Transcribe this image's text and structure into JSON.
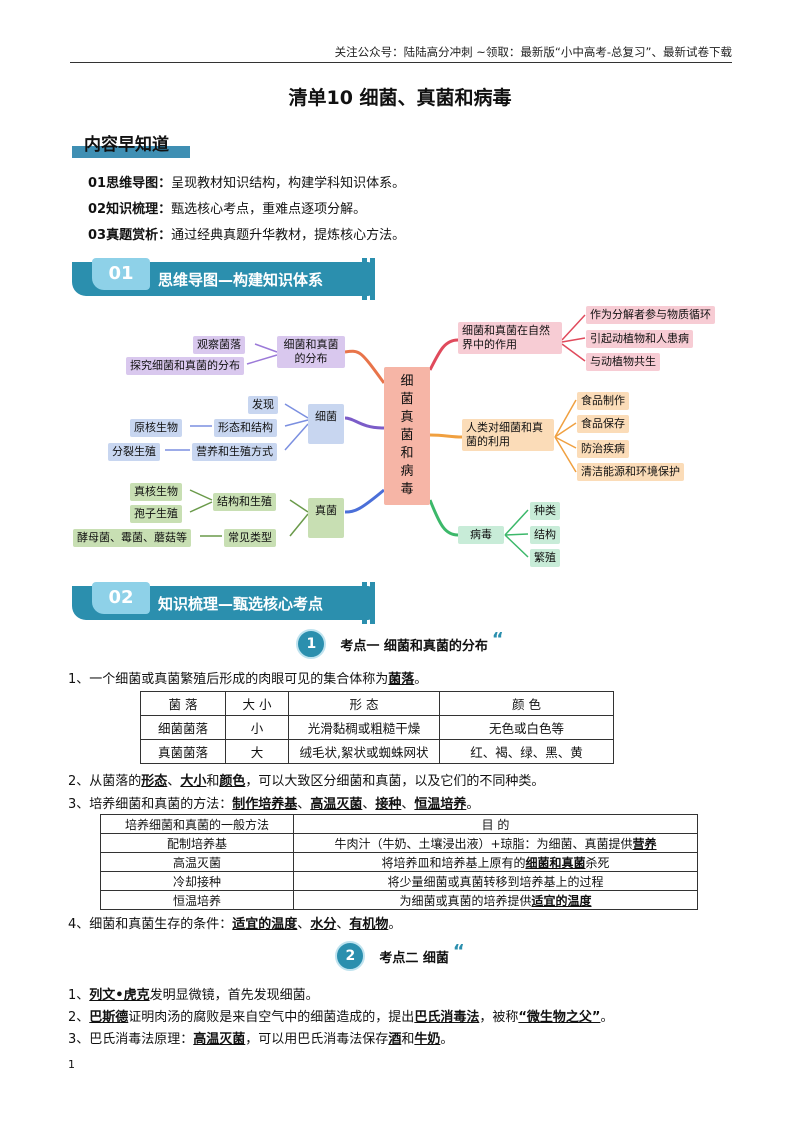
{
  "header": {
    "text": "关注公众号：陆陆高分冲刺 ~领取：最新版“小中高考-总复习”、最新试卷下载"
  },
  "title": "清单10 细菌、真菌和病毒",
  "intro_banner": "内容早知道",
  "intro": [
    {
      "label": "01思维导图：",
      "text": "呈现教材知识结构，构建学科知识体系。"
    },
    {
      "label": "02知识梳理：",
      "text": "甄选核心考点，重难点逐项分解。"
    },
    {
      "label": "03真题赏析：",
      "text": "通过经典真题升华教材，提炼核心方法。"
    }
  ],
  "section1": {
    "num": "01",
    "label": "思维导图—构建知识体系"
  },
  "section2": {
    "num": "02",
    "label": "知识梳理—甄选核心考点"
  },
  "mindmap": {
    "center": [
      "细",
      "菌",
      "真",
      "菌",
      "和",
      "病",
      "毒"
    ],
    "left": {
      "distribution": {
        "label": "细菌和真菌的分布",
        "children": [
          "观察菌落",
          "探究细菌和真菌的分布"
        ]
      },
      "bacteria": {
        "label": "细菌",
        "children": [
          "发现",
          "形态和结构",
          "营养和生殖方式"
        ],
        "leaves": [
          "原核生物",
          "分裂生殖"
        ]
      },
      "fungi": {
        "label": "真菌",
        "children": [
          "结构和生殖",
          "常见类型"
        ],
        "leaves": [
          "真核生物",
          "孢子生殖",
          "酵母菌、霉菌、蘑菇等"
        ]
      }
    },
    "right": {
      "role": {
        "label": "细菌和真菌在自然界中的作用",
        "children": [
          "作为分解者参与物质循环",
          "引起动植物和人患病",
          "与动植物共生"
        ]
      },
      "use": {
        "label": "人类对细菌和真菌的利用",
        "children": [
          "食品制作",
          "食品保存",
          "防治疾病",
          "清洁能源和环境保护"
        ]
      },
      "virus": {
        "label": "病毒",
        "children": [
          "种类",
          "结构",
          "繁殖"
        ]
      }
    }
  },
  "kp1": {
    "num": "1",
    "label": "考点一  细菌和真菌的分布"
  },
  "kp2": {
    "num": "2",
    "label": "考点二  细菌"
  },
  "p1": {
    "text": "1、一个细菌或真菌繁殖后形成的肉眼可见的集合体称为",
    "key": "菌落",
    "end": "。"
  },
  "table1": {
    "headers": [
      "菌  落",
      "大  小",
      "形  态",
      "颜  色"
    ],
    "rows": [
      [
        "细菌菌落",
        "小",
        "光滑黏稠或粗糙干燥",
        "无色或白色等"
      ],
      [
        "真菌菌落",
        "大",
        "绒毛状,絮状或蜘蛛网状",
        "红、褐、绿、黑、黄"
      ]
    ]
  },
  "p2": {
    "a": "2、从菌落的",
    "k1": "形态",
    "s1": "、",
    "k2": "大小",
    "s2": "和",
    "k3": "颜色",
    "b": "，可以大致区分细菌和真菌，以及它们的不同种类。"
  },
  "p3": {
    "a": "3、培养细菌和真菌的方法：",
    "k1": "制作培养基",
    "k2": "高温灭菌",
    "k3": "接种",
    "k4": "恒温培养",
    "sep": "、",
    "end": "。"
  },
  "table2": {
    "headers": [
      "培养细菌和真菌的一般方法",
      "目  的"
    ],
    "rows": [
      {
        "m": "配制培养基",
        "a": "牛肉汁（牛奶、土壤浸出液）+琼脂：为细菌、真菌提供",
        "k": "营养",
        "b": ""
      },
      {
        "m": "高温灭菌",
        "a": "将培养皿和培养基上原有的",
        "k": "细菌和真菌",
        "b": "杀死"
      },
      {
        "m": "冷却接种",
        "a": "将少量细菌或真菌转移到培养基上的过程",
        "k": "",
        "b": ""
      },
      {
        "m": "恒温培养",
        "a": "为细菌或真菌的培养提供",
        "k": "适宜的温度",
        "b": ""
      }
    ]
  },
  "p4": {
    "a": "4、细菌和真菌生存的条件：",
    "k1": "适宜的温度",
    "k2": "水分",
    "k3": "有机物",
    "sep": "、",
    "end": "。"
  },
  "b1": {
    "a": "1、",
    "k": "列文•虎克",
    "b": "发明显微镜，首先发现细菌。"
  },
  "b2": {
    "a": "2、",
    "k1": "巴斯德",
    "b": "证明肉汤的腐败是来自空气中的细菌造成的，提出",
    "k2": "巴氏消毒法",
    "c": "，被称",
    "k3": "“微生物之父”",
    "end": "。"
  },
  "b3": {
    "a": "3、巴氏消毒法原理：",
    "k1": "高温灭菌",
    "b": "，可以用巴氏消毒法保存",
    "k2": "酒",
    "c": "和",
    "k3": "牛奶",
    "end": "。"
  },
  "page_number": "1",
  "colors": {
    "accent": "#2b8fae",
    "center": "#f6b5a6"
  }
}
